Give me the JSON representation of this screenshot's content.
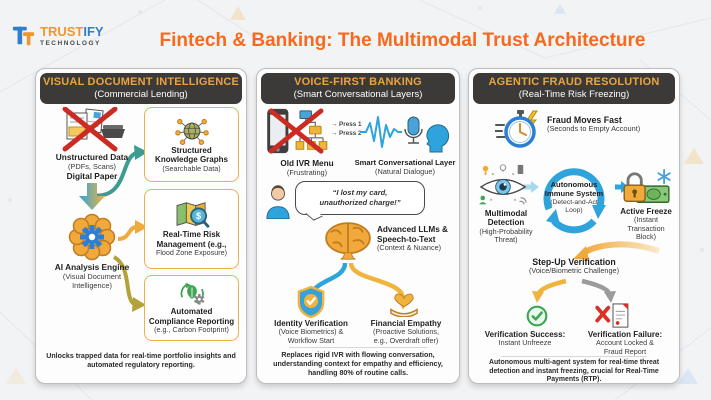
{
  "colors": {
    "accent_orange": "#F8691D",
    "panel_header_bg": "#3B3A39",
    "panel_title_gold": "#ECA33D",
    "box_border_yellow": "#EBB14A",
    "arrow_blue": "#2FA3DC",
    "arrow_teal": "#3E9B90",
    "arrow_yellow": "#F0B43E",
    "arrow_olive": "#B3A23A",
    "success_green": "#3FA553",
    "fail_red": "#D93025"
  },
  "header": {
    "logo_text_primary": "TRUST",
    "logo_text_secondary": "IFY",
    "logo_tagline": "TECHNOLOGY",
    "title": "Fintech & Banking: The Multimodal Trust Architecture"
  },
  "doc_panel": {
    "title": "VISUAL DOCUMENT INTELLIGENCE",
    "subtitle": "(Commercial Lending)",
    "unstructured_label": "Unstructured Data",
    "unstructured_sub": "(PDFs, Scans)",
    "unstructured_sub2": "Digital Paper",
    "engine_label": "AI Analysis Engine",
    "engine_sub": "(Visual Document\nIntelligence)",
    "outputs": [
      {
        "icon": "knowledge-graph-icon",
        "label": "Structured\nKnowledge Graphs",
        "sub": "(Searchable Data)"
      },
      {
        "icon": "risk-map-icon",
        "label": "Real-Time Risk\nManagement (e.g.,",
        "sub": "Flood Zone Exposure)"
      },
      {
        "icon": "compliance-icon",
        "label": "Automated\nCompliance Reporting",
        "sub": "(e.g., Carbon Footprint)"
      }
    ],
    "footer": "Unlocks trapped data for real-time portfolio insights and automated regulatory reporting."
  },
  "voice_panel": {
    "title": "VOICE-FIRST BANKING",
    "subtitle": "(Smart Conversational Layers)",
    "ivr_label": "Old IVR Menu",
    "ivr_sub": "(Frustrating)",
    "press1": "→ Press 1",
    "press2": "→ Press 2",
    "smart_label": "Smart Conversational Layer",
    "smart_sub": "(Natural Dialogue)",
    "quote": "“I lost my card,\nunauthorized charge!”",
    "llm_label": "Advanced LLMs &\nSpeech-to-Text",
    "llm_sub": "(Context & Nuance)",
    "identity_label": "Identity Verification",
    "identity_sub": "(Voice Biometrics) &\nWorkflow Start",
    "empathy_label": "Financial Empathy",
    "empathy_sub": "(Proactive Solutions,\ne.g., Overdraft offer)",
    "footer": "Replaces rigid IVR with flowing conversation, understanding context for empathy and efficiency, handling 80% of routine calls."
  },
  "fraud_panel": {
    "title": "AGENTIC FRAUD RESOLUTION",
    "subtitle": "(Real-Time Risk Freezing)",
    "fast_label": "Fraud Moves Fast",
    "fast_sub": "(Seconds to Empty Account)",
    "detect_label": "Multimodal\nDetection",
    "detect_sub": "(High-Probability\nThreat)",
    "loop_label": "Autonomous\nImmune System",
    "loop_sub": "(Detect-and-Act\nLoop)",
    "freeze_label": "Active Freeze",
    "freeze_sub": "(Instant\nTransaction\nBlock)",
    "stepup_label": "Step-Up Verification",
    "stepup_sub": "(Voice/Biometric Challenge)",
    "success_label": "Verification Success:",
    "success_sub": "Instant Unfreeze",
    "failure_label": "Verification Failure:",
    "failure_sub": "Account Locked &\nFraud Report",
    "footer": "Autonomous multi-agent system for real-time threat detection and instant freezing, crucial for Real-Time Payments (RTP)."
  },
  "icons": {
    "dollar_glyph": "$"
  }
}
